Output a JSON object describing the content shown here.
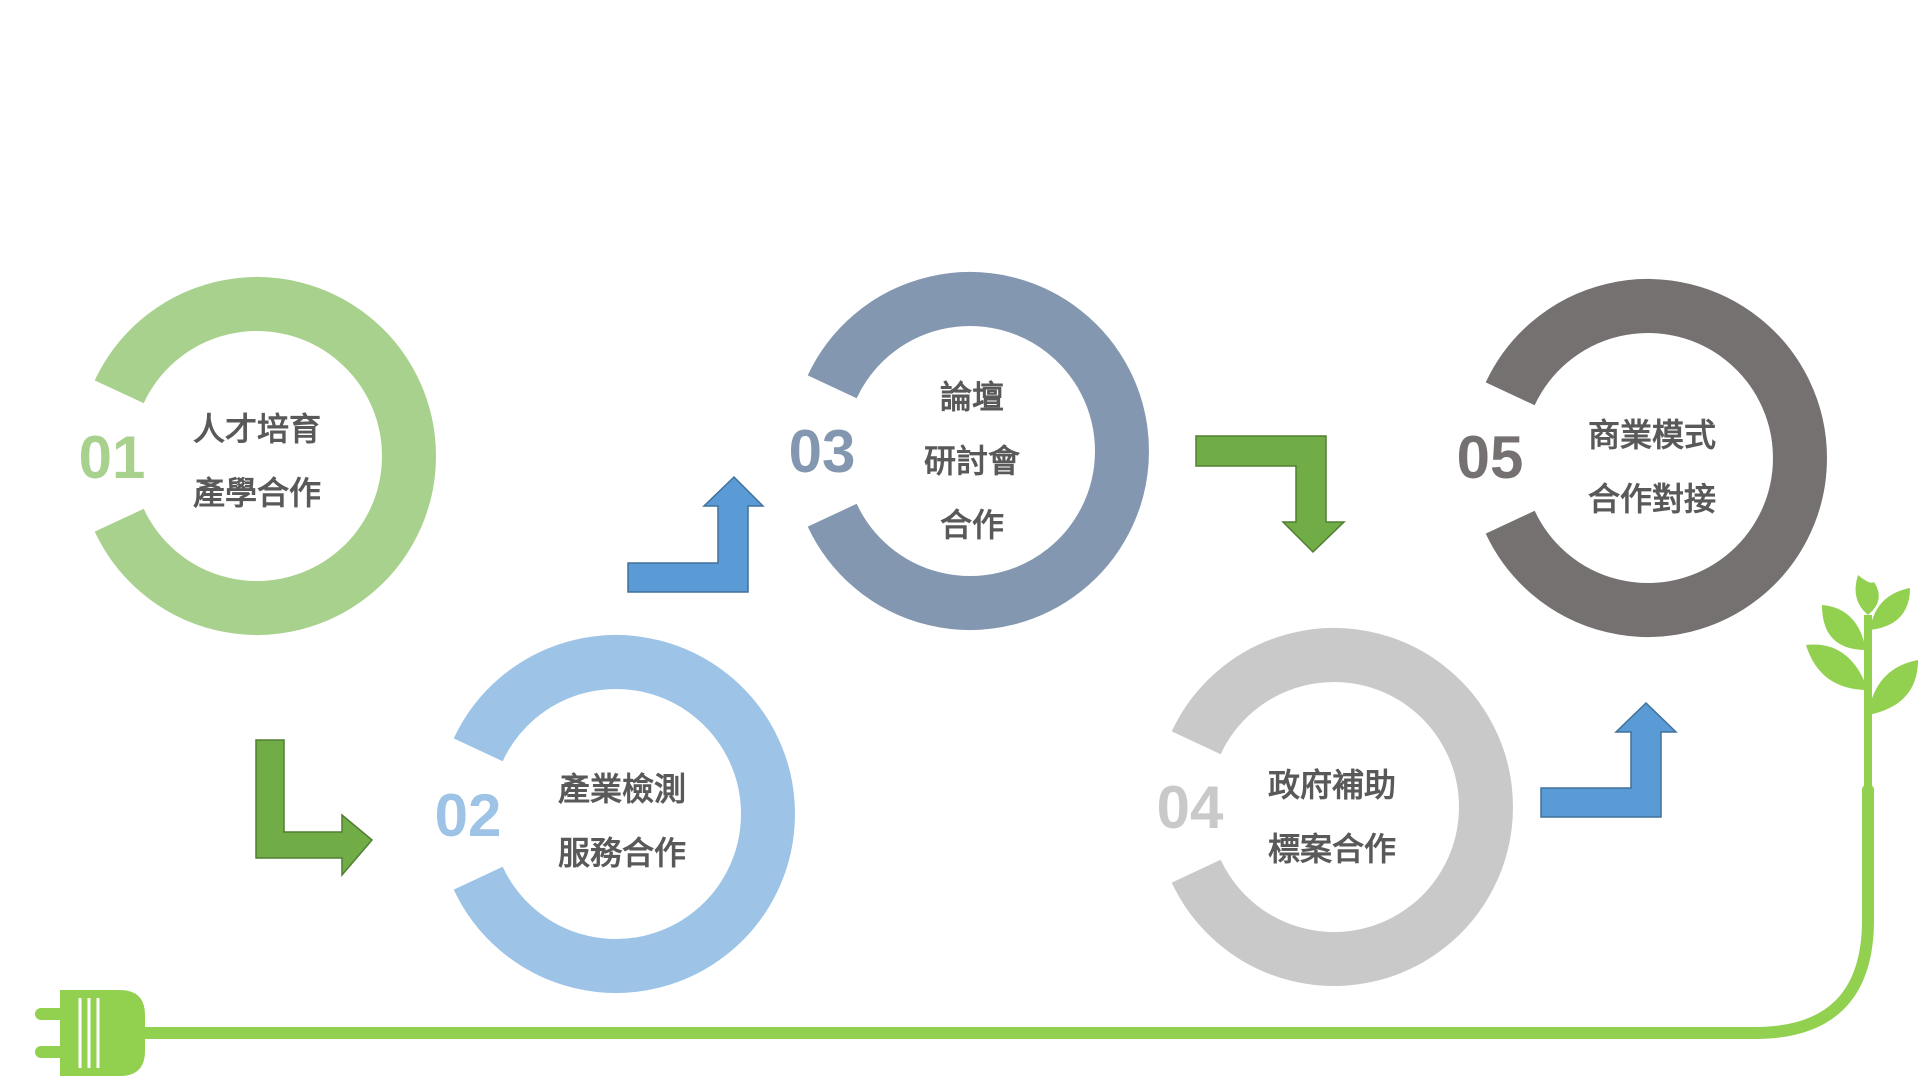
{
  "steps": [
    {
      "number": "01",
      "lines": [
        "人才培育",
        "產學合作"
      ],
      "color": "#a9d18e"
    },
    {
      "number": "02",
      "lines": [
        "產業檢測",
        "服務合作"
      ],
      "color": "#9dc3e6"
    },
    {
      "number": "03",
      "lines": [
        "論壇",
        "研討會",
        "合作"
      ],
      "color": "#8497b0"
    },
    {
      "number": "04",
      "lines": [
        "政府補助",
        "標案合作"
      ],
      "color": "#c9c9c9"
    },
    {
      "number": "05",
      "lines": [
        "商業模式",
        "合作對接"
      ],
      "color": "#767171"
    }
  ],
  "colors": {
    "arrow_green": "#70ad47",
    "arrow_blue": "#5b9bd5",
    "cord_green": "#92d050"
  },
  "icons": {
    "plug": "plug-icon",
    "sprout": "sprout-icon"
  }
}
